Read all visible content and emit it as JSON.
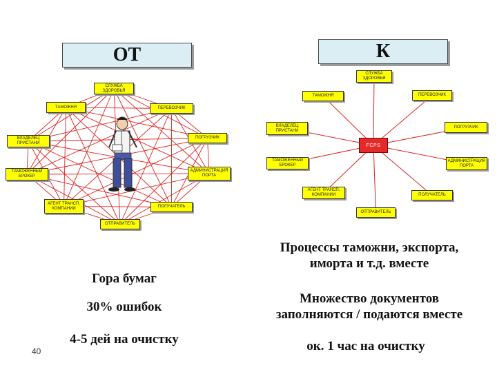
{
  "left": {
    "title": "ОТ",
    "nodes": {
      "health": "СЛУЖБА\nЗДОРОВЬЯ",
      "customs": "ТАМОЖНЯ",
      "carrier": "ПЕРЕВОЗЧИК",
      "pier_owner": "ВЛАДЕЛЕЦ\nПРИСТАНИ",
      "loader": "ПОГРУЗЧИК",
      "broker": "ТАМОЖЕННЫЙ\nБРОКЕР",
      "port_admin": "АДМИНИСТРАЦИЯ\nПОРТА",
      "shipping_agent": "АГЕНТ ТРАНСП.\nКОМПАНИИ",
      "consignee": "ПОЛУЧАТЕЛЬ",
      "shipper": "ОТПРАВИТЕЛЬ"
    },
    "captions": [
      "Гора бумаг",
      "30% ошибок",
      "4-5 дей на очистку"
    ]
  },
  "right": {
    "title": "К",
    "hub": "FCPS",
    "nodes": {
      "health": "СЛУЖБА\nЗДОРОВЬЯ",
      "customs": "ТАМОЖНЯ",
      "carrier": "ПЕРЕВОЗЧИК",
      "pier_owner": "ВЛАДЕЛЕЦ\nПРИСТАНИ",
      "loader": "ПОГРУЗЧИК",
      "broker": "ТАМОЖЕННЫЙ\nБРОКЕР",
      "port_admin": "АДМИНИСТРАЦИЯ\nПОРТА",
      "shipping_agent": "АГЕНТ ТРАНСП.\nКОМПАНИИ",
      "consignee": "ПОЛУЧАТЕЛЬ",
      "shipper": "ОТПРАВИТЕЛЬ"
    },
    "captions": [
      "Процессы таможни, экспорта,\nиморта и т.д. вместе",
      "Множество документов\nзаполняются / подаются вместе",
      "ок. 1 час на очистку"
    ]
  },
  "page_number": "40",
  "colors": {
    "node": "#ffff00",
    "link": "#e02020",
    "hub": "#e32b2b",
    "title_box": "#dbeef3"
  }
}
